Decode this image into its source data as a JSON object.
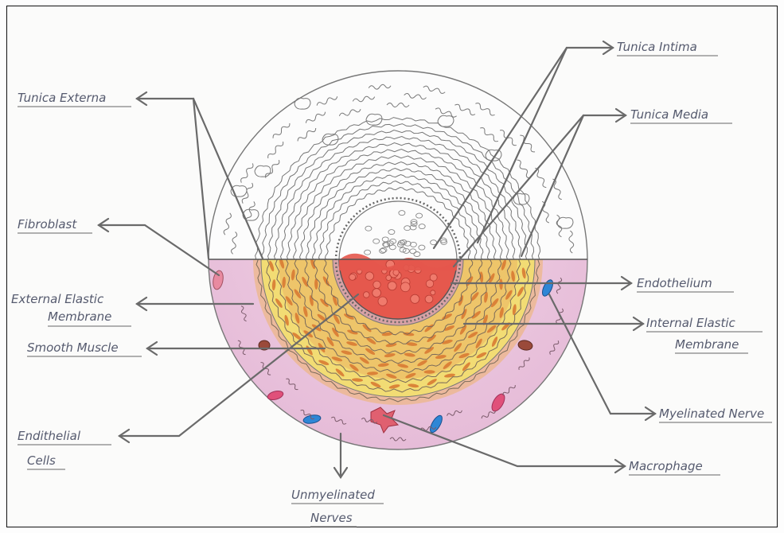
{
  "labels": {
    "tunica_intima": "Tunica Intima",
    "tunica_media": "Tunica Media",
    "tunica_externa": "Tunica Externa",
    "fibroblast": "Fibroblast",
    "external_elastic_1": "External Elastic",
    "external_elastic_2": "Membrane",
    "smooth_muscle": "Smooth Muscle",
    "endothelial_1": "Endithelial",
    "endothelial_2": "Cells",
    "unmyelinated_1": "Unmyelinated",
    "unmyelinated_2": "Nerves",
    "endothelium": "Endothelium",
    "internal_elastic_1": "Internal Elastic",
    "internal_elastic_2": "Membrane",
    "myelinated_nerve": "Myelinated Nerve",
    "macrophage": "Macrophage"
  },
  "colors": {
    "externa_pink": "#e9c6df",
    "media_yellow": "#f1d96a",
    "media_orange": "#e9a94a",
    "lumen_red": "#e45a4e",
    "label_ink": "#555a6e",
    "pencil": "#6a6a6a"
  }
}
